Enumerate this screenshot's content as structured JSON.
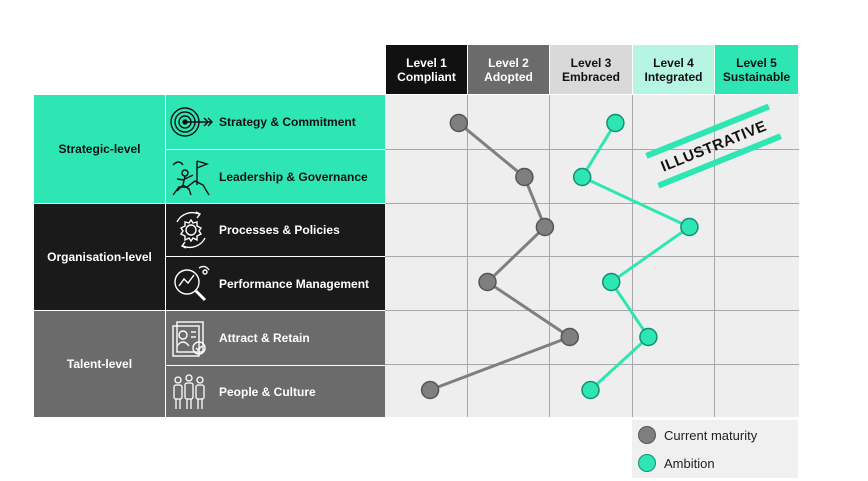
{
  "levels": [
    {
      "line1": "Level 1",
      "line2": "Compliant",
      "bg": "#111111",
      "fg": "#ffffff"
    },
    {
      "line1": "Level 2",
      "line2": "Adopted",
      "bg": "#6b6b6b",
      "fg": "#ffffff"
    },
    {
      "line1": "Level 3",
      "line2": "Embraced",
      "bg": "#d9d9d9",
      "fg": "#111111"
    },
    {
      "line1": "Level 4",
      "line2": "Integrated",
      "bg": "#b6f5e2",
      "fg": "#111111"
    },
    {
      "line1": "Level 5",
      "line2": "Sustainable",
      "bg": "#2ee6b4",
      "fg": "#111111"
    }
  ],
  "groups": [
    {
      "label": "Strategic-level",
      "bg": "#2ee6b4",
      "fg": "#111111"
    },
    {
      "label": "Organisation-level",
      "bg": "#1a1a1a",
      "fg": "#ffffff"
    },
    {
      "label": "Talent-level",
      "bg": "#6b6b6b",
      "fg": "#ffffff"
    }
  ],
  "dimensions": [
    {
      "label": "Strategy & Commitment",
      "icon": "target-icon",
      "current": 1.9,
      "ambition": 3.8
    },
    {
      "label": "Leadership & Governance",
      "icon": "climbing-flag-icon",
      "current": 2.7,
      "ambition": 3.4
    },
    {
      "label": "Processes & Policies",
      "icon": "gear-cycle-icon",
      "current": 2.95,
      "ambition": 4.7
    },
    {
      "label": "Performance Management",
      "icon": "magnifier-chart-icon",
      "current": 2.25,
      "ambition": 3.75
    },
    {
      "label": "Attract & Retain",
      "icon": "candidate-profile-icon",
      "current": 3.25,
      "ambition": 4.2
    },
    {
      "label": "People & Culture",
      "icon": "people-group-icon",
      "current": 1.55,
      "ambition": 3.5
    }
  ],
  "stamp": "ILLUSTRATIVE",
  "legend": {
    "current": "Current maturity",
    "ambition": "Ambition"
  },
  "colors": {
    "current": "#7f7f7f",
    "ambition": "#2ee6b4",
    "grid_line": "#a8a8a8",
    "grid_bg": "#eeeeee"
  }
}
